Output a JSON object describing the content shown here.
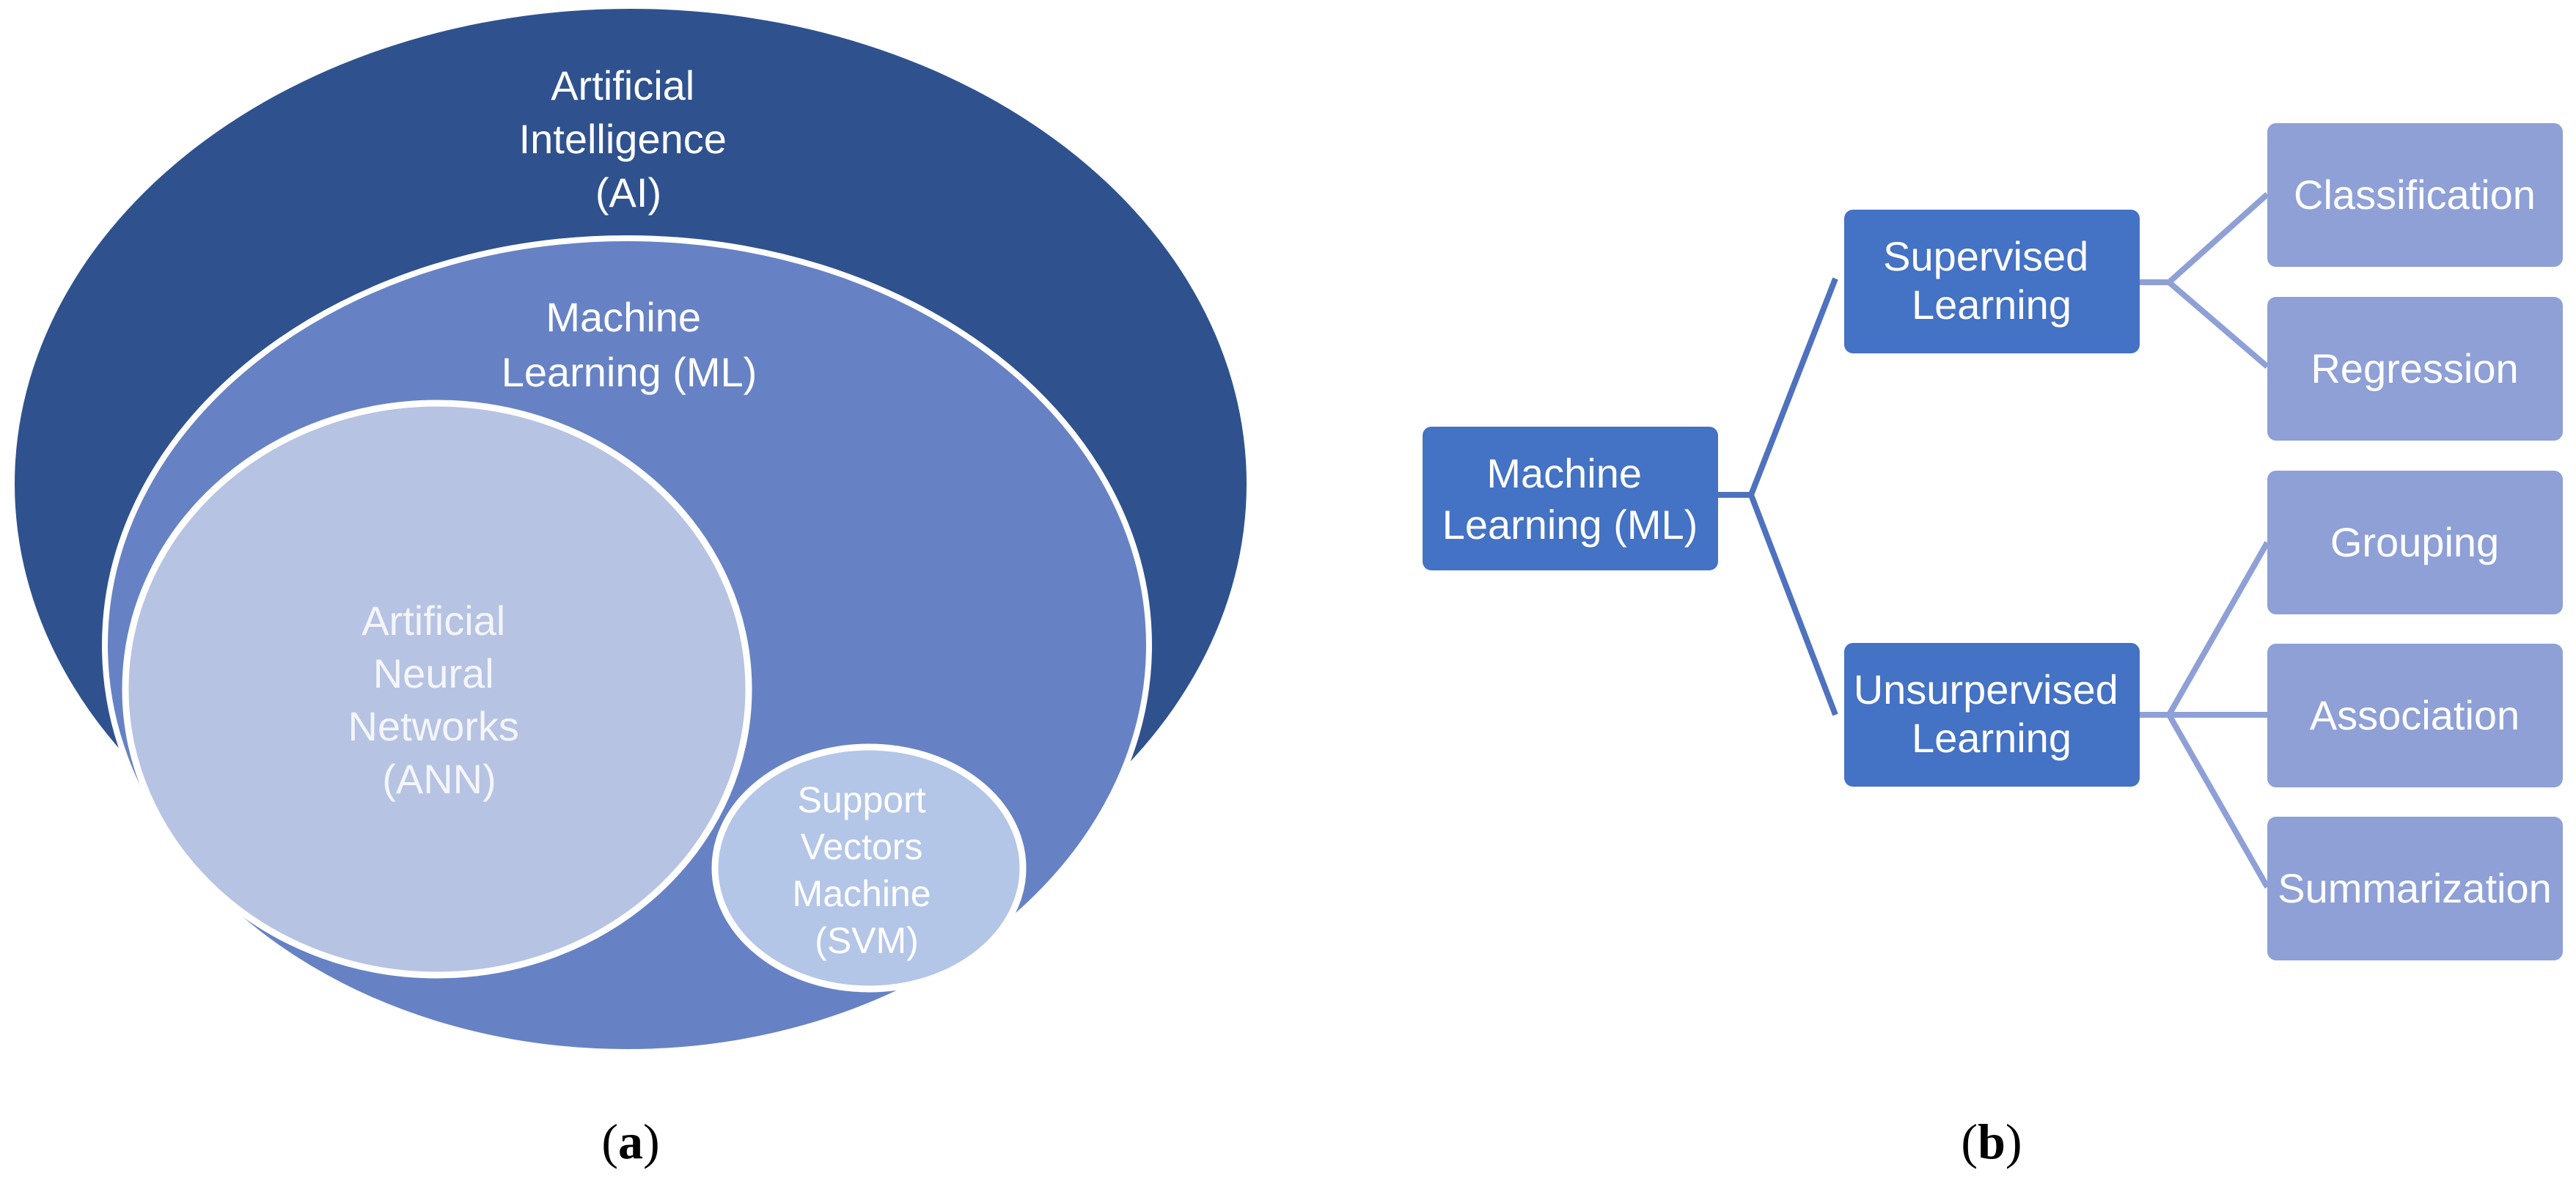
{
  "colors": {
    "ai": "#2F528F",
    "ml": "#6782C4",
    "ann": "#B7C3E2",
    "svm": "#B4C6E7",
    "tree_box_dark": "#4472C4",
    "tree_box_light": "#8EA0D6",
    "connector": "#4F72BE",
    "connector_light": "#8EA0D6",
    "border": "#FFFFFF"
  },
  "panel_a": {
    "ai": [
      "Artificial",
      "Intelligence",
      "(AI)"
    ],
    "ml": [
      "Machine",
      "Learning (ML)"
    ],
    "ann": [
      "Artificial",
      "Neural",
      "Networks",
      "(ANN)"
    ],
    "svm": [
      "Support",
      "Vectors",
      "Machine",
      "(SVM)"
    ],
    "caption": {
      "open": "(",
      "letter": "a",
      "close": ")"
    }
  },
  "panel_b": {
    "root": [
      "Machine",
      "Learning (ML)"
    ],
    "supervised": [
      "Supervised",
      "Learning"
    ],
    "unsupervised": [
      "Unsurpervised",
      "Learning"
    ],
    "supervised_children": [
      "Classification",
      "Regression"
    ],
    "unsupervised_children": [
      "Grouping",
      "Association",
      "Summarization"
    ],
    "caption": {
      "open": "(",
      "letter": "b",
      "close": ")"
    }
  }
}
